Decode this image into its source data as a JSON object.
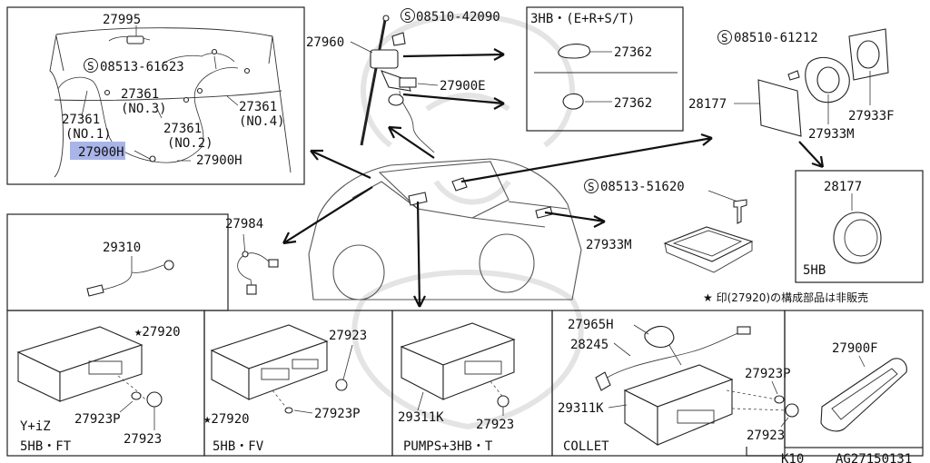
{
  "labels": {
    "p27995": "27995",
    "s08513_61623": "08513-61623",
    "p27361_a": "27361",
    "p27361_a_sub": "(NO.1)",
    "p27361_b": "27361",
    "p27361_b_sub": "(NO.3)",
    "p27361_c": "27361",
    "p27361_c_sub": "(NO.2)",
    "p27361_d": "27361",
    "p27361_d_sub": "(NO.4)",
    "p27900h_a": "27900H",
    "p27900h_b": "27900H",
    "p27960": "27960",
    "s08510_42090": "08510-42090",
    "p27900e": "27900E",
    "p3hb_title": "3HB・(E+R+S/T)",
    "p27362_a": "27362",
    "p27362_b": "27362",
    "s08510_61212": "08510-61212",
    "p28177": "28177",
    "p27933f": "27933F",
    "p27933m_a": "27933M",
    "p28177_b": "28177",
    "p5hb": "5HB",
    "s08513_51620": "08513-51620",
    "p27933m_b": "27933M",
    "p27984": "27984",
    "p29310": "29310",
    "note": "★ 印(27920)の構成部品は非販売",
    "p27920_a": "★27920",
    "p27923p_a": "27923P",
    "p27923_a": "27923",
    "grade_a_1": "Y+iZ",
    "grade_a_2": "5HB・FT",
    "p27923_b": "27923",
    "p27920_b": "★27920",
    "p27923p_b": "27923P",
    "grade_b": "5HB・FV",
    "p29311k_a": "29311K",
    "p27923_c": "27923",
    "grade_c": "PUMPS+3HB・T",
    "p27965h": "27965H",
    "p28245": "28245",
    "p29311k_b": "29311K",
    "p27923p_d": "27923P",
    "p27923_d": "27923",
    "grade_d": "COLLET",
    "p27900f": "27900F",
    "footer_page": "K10",
    "footer_ref": "AG27150131"
  },
  "screw_symbol": "S",
  "highlight_color": "#a9b4e8"
}
